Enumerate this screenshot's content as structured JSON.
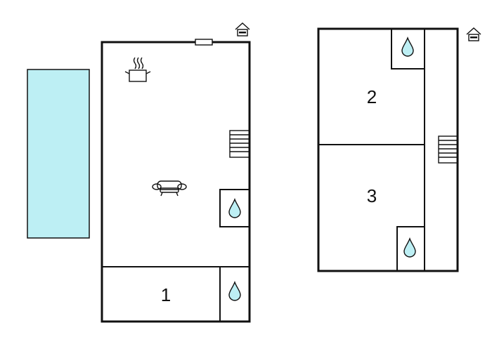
{
  "floorplan": {
    "pool_color": "#bdeff4",
    "water_color": "#bdeff4",
    "rooms": [
      {
        "number": "1"
      },
      {
        "number": "2"
      },
      {
        "number": "3"
      }
    ],
    "icons": {
      "house": "house-icon",
      "kitchen": "cooking-pot-icon",
      "living": "sofa-icon",
      "bath": "water-drop-icon",
      "stairs": "stairs-icon"
    }
  }
}
